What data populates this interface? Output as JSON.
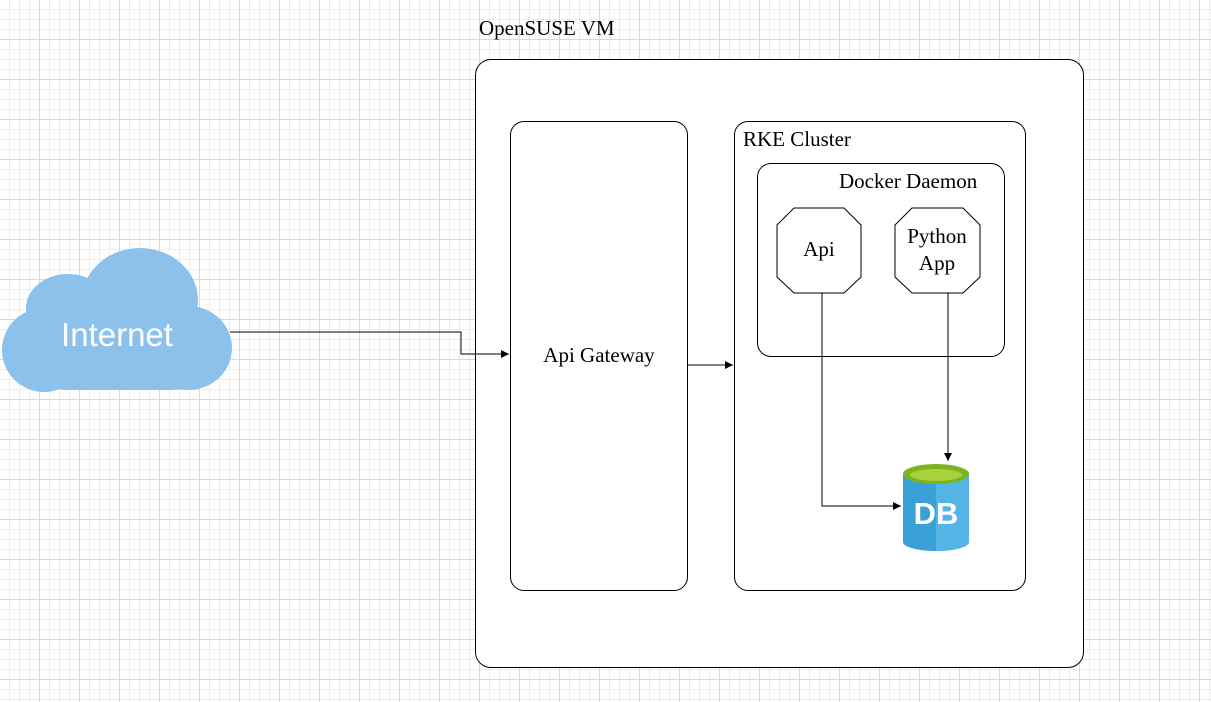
{
  "canvas": {
    "background": "#ffffff",
    "grid_color": "#d8d8d8"
  },
  "internet": {
    "label": "Internet",
    "icon": "cloud-icon",
    "color": "#8cc1ec"
  },
  "vm": {
    "title": "OpenSUSE VM"
  },
  "api_gateway": {
    "label": "Api Gateway"
  },
  "rke_cluster": {
    "title": "RKE Cluster"
  },
  "docker_daemon": {
    "title": "Docker Daemon",
    "containers": [
      {
        "label": "Api"
      },
      {
        "label": "Python App",
        "lines": [
          "Python",
          "App"
        ]
      }
    ]
  },
  "database": {
    "label": "DB",
    "icon": "database-icon",
    "colors": {
      "body": "#3aa0d8",
      "top": "#7bb41f",
      "top_inner": "#a7d23c"
    }
  },
  "connections": [
    {
      "from": "Internet",
      "to": "Api Gateway"
    },
    {
      "from": "Api Gateway",
      "to": "RKE Cluster"
    },
    {
      "from": "Api",
      "to": "DB"
    },
    {
      "from": "Python App",
      "to": "DB"
    }
  ]
}
